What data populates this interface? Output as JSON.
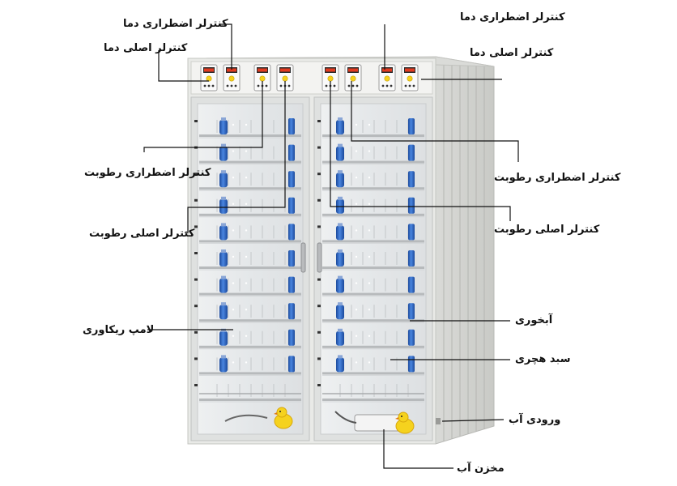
{
  "labels": {
    "top_left_aux_temp": "کنترلر اضطراری دما",
    "top_left_main_temp": "کنترلر اصلی دما",
    "top_right_aux_temp": "کنترلر اضطراری دما",
    "top_right_main_temp": "کنترلر اصلی دما",
    "left_aux_humidity": "کنترلر اضطراری رطوبت",
    "left_main_humidity": "کنترلر اصلی رطوبت",
    "right_aux_humidity": "کنترلر اضطراری رطوبت",
    "right_main_humidity": "کنترلر اصلی رطوبت",
    "recovery_lamp": "لامپ ریکاوری",
    "water_drinker": "آبخوری",
    "hatcher_basket": "سبد هچری",
    "water_inlet": "ورودی آب",
    "water_tank": "مخزن آب"
  },
  "colors": {
    "cabinet": "#e8e9e6",
    "panel": "#f2f2f0",
    "display_red": "#e23a1f",
    "drinker_blue": "#2a5fb8",
    "chick_yellow": "#f5d21e",
    "leader_line": "#111111"
  },
  "icons": [
    "chick-icon"
  ]
}
